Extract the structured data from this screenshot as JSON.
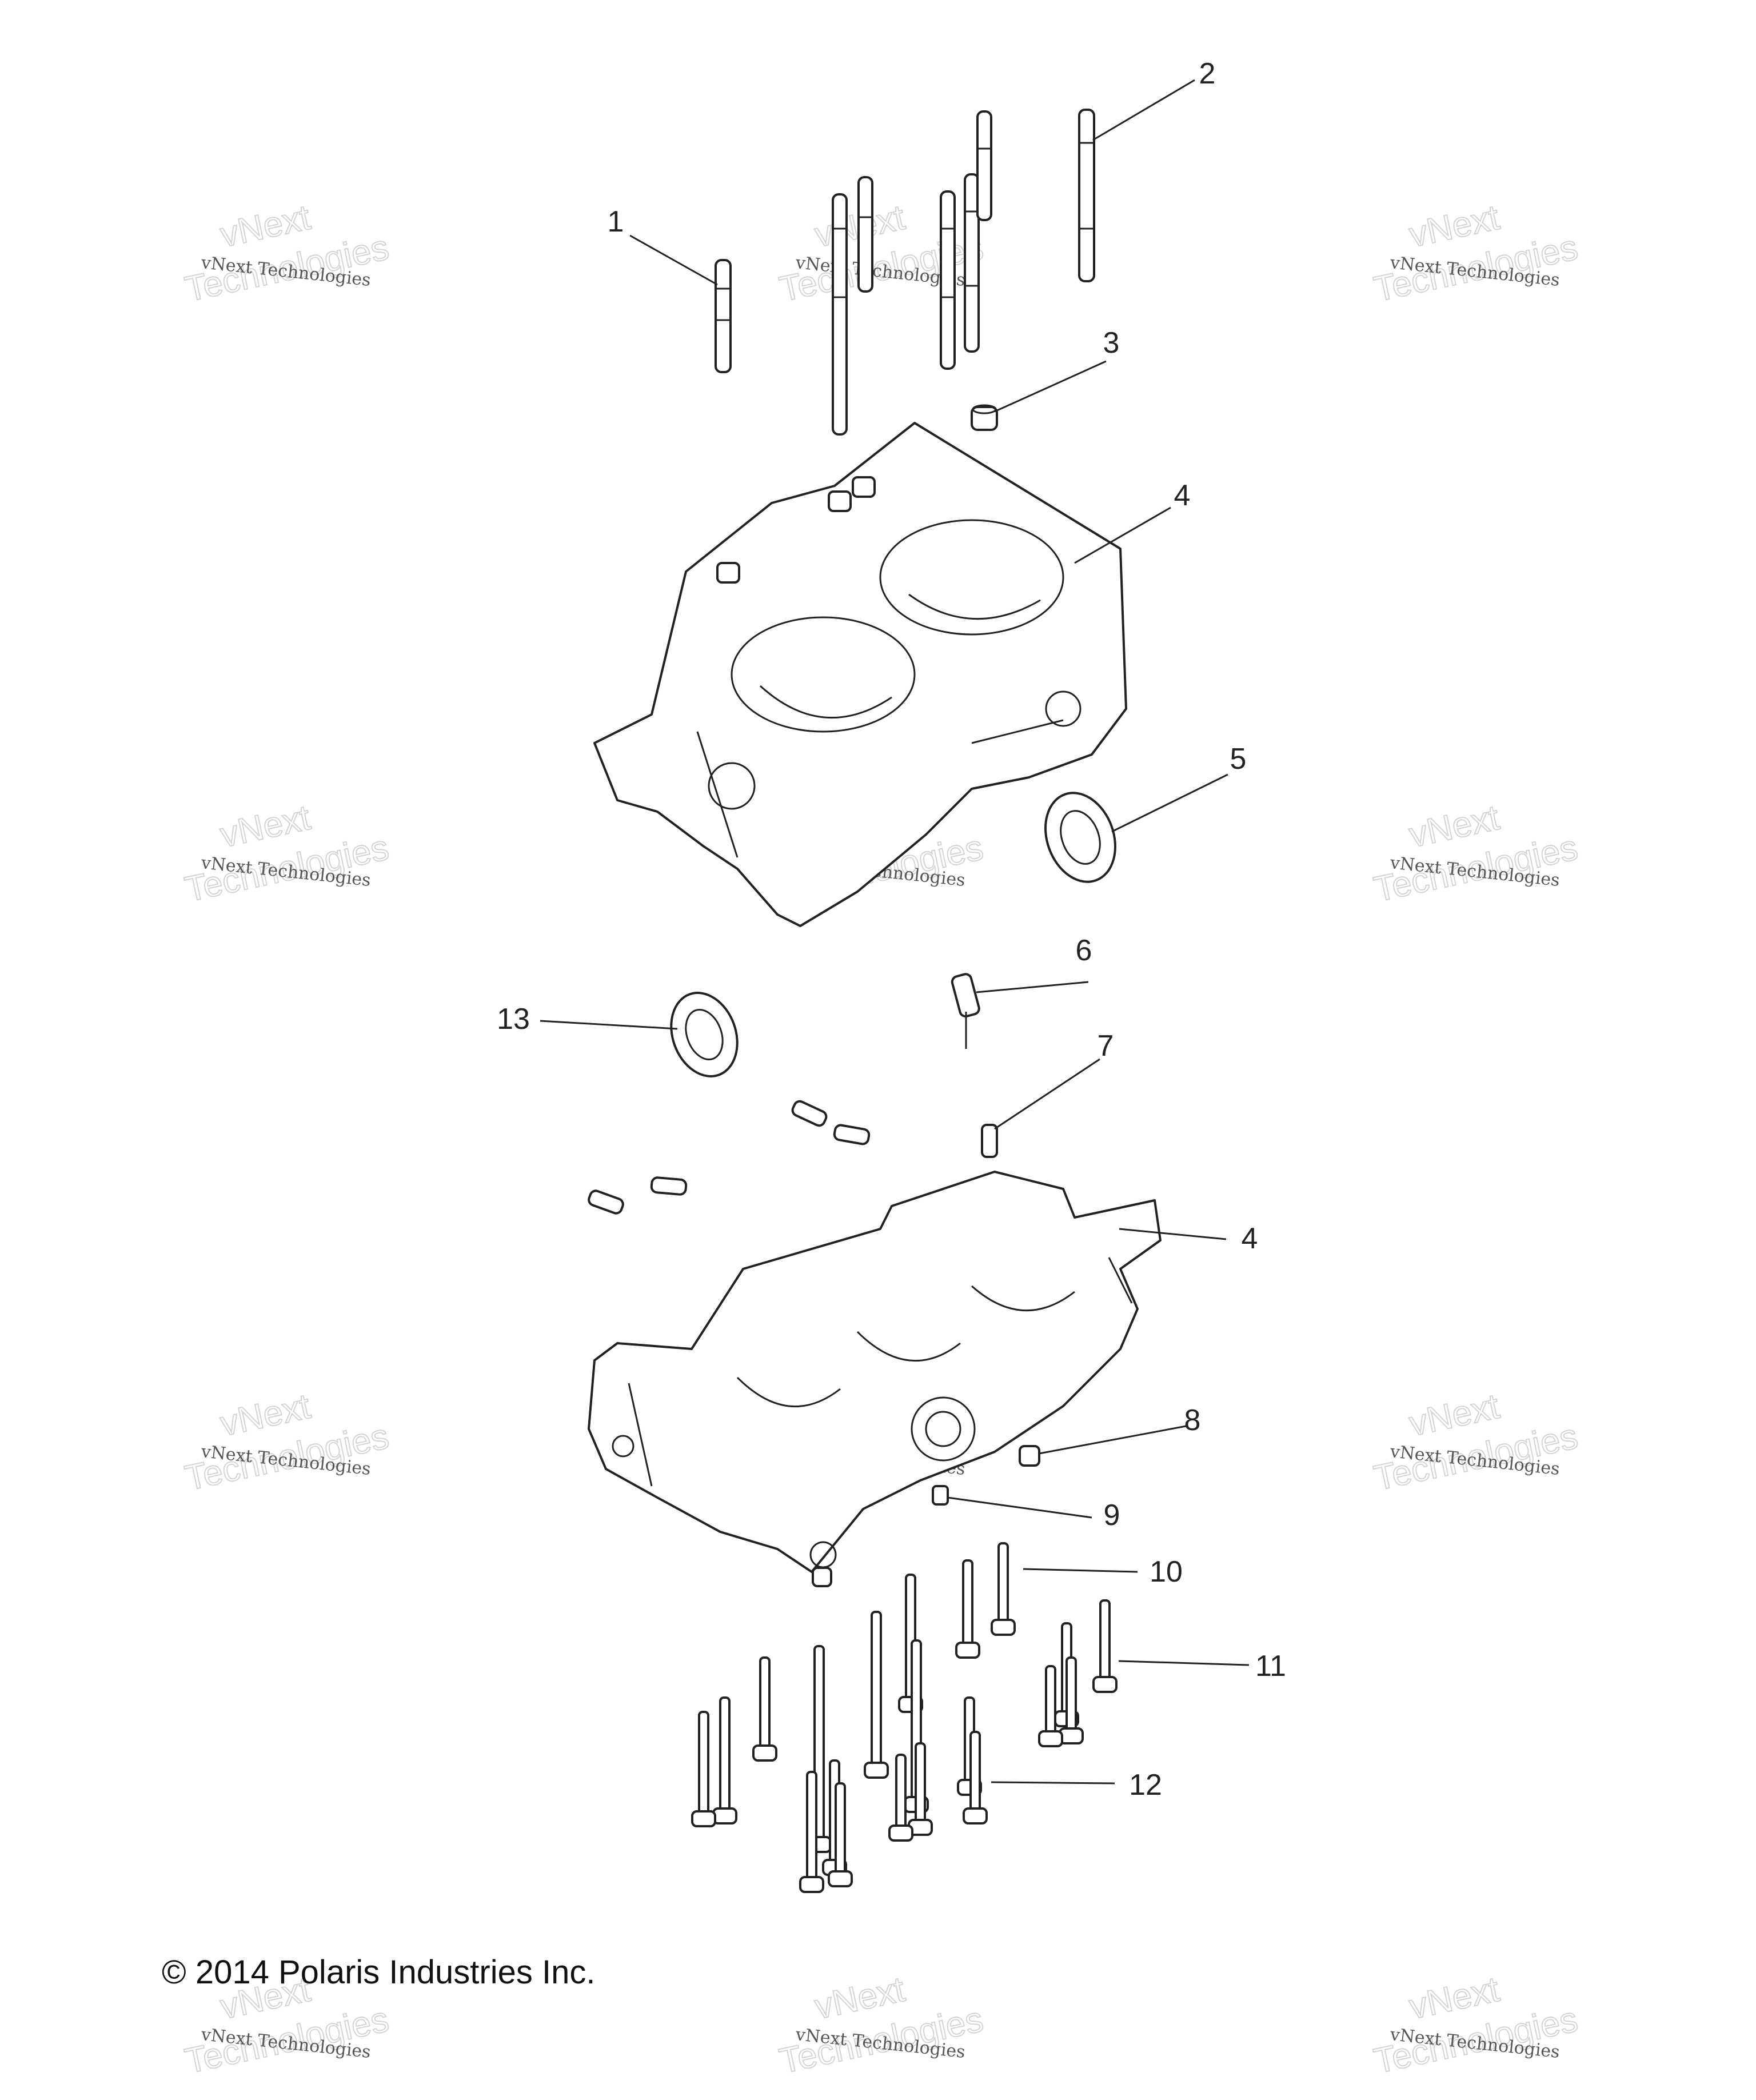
{
  "diagram": {
    "callouts": [
      {
        "id": "1",
        "label": "1"
      },
      {
        "id": "2",
        "label": "2"
      },
      {
        "id": "3",
        "label": "3"
      },
      {
        "id": "4a",
        "label": "4"
      },
      {
        "id": "5",
        "label": "5"
      },
      {
        "id": "6",
        "label": "6"
      },
      {
        "id": "7",
        "label": "7"
      },
      {
        "id": "13",
        "label": "13"
      },
      {
        "id": "4b",
        "label": "4"
      },
      {
        "id": "8",
        "label": "8"
      },
      {
        "id": "9",
        "label": "9"
      },
      {
        "id": "10",
        "label": "10"
      },
      {
        "id": "11",
        "label": "11"
      },
      {
        "id": "12",
        "label": "12"
      }
    ],
    "copyright": "© 2014 Polaris Industries Inc."
  },
  "watermark": {
    "small": "vNext Technologies",
    "big_top": "vNext",
    "big_bottom": "Technologies"
  }
}
